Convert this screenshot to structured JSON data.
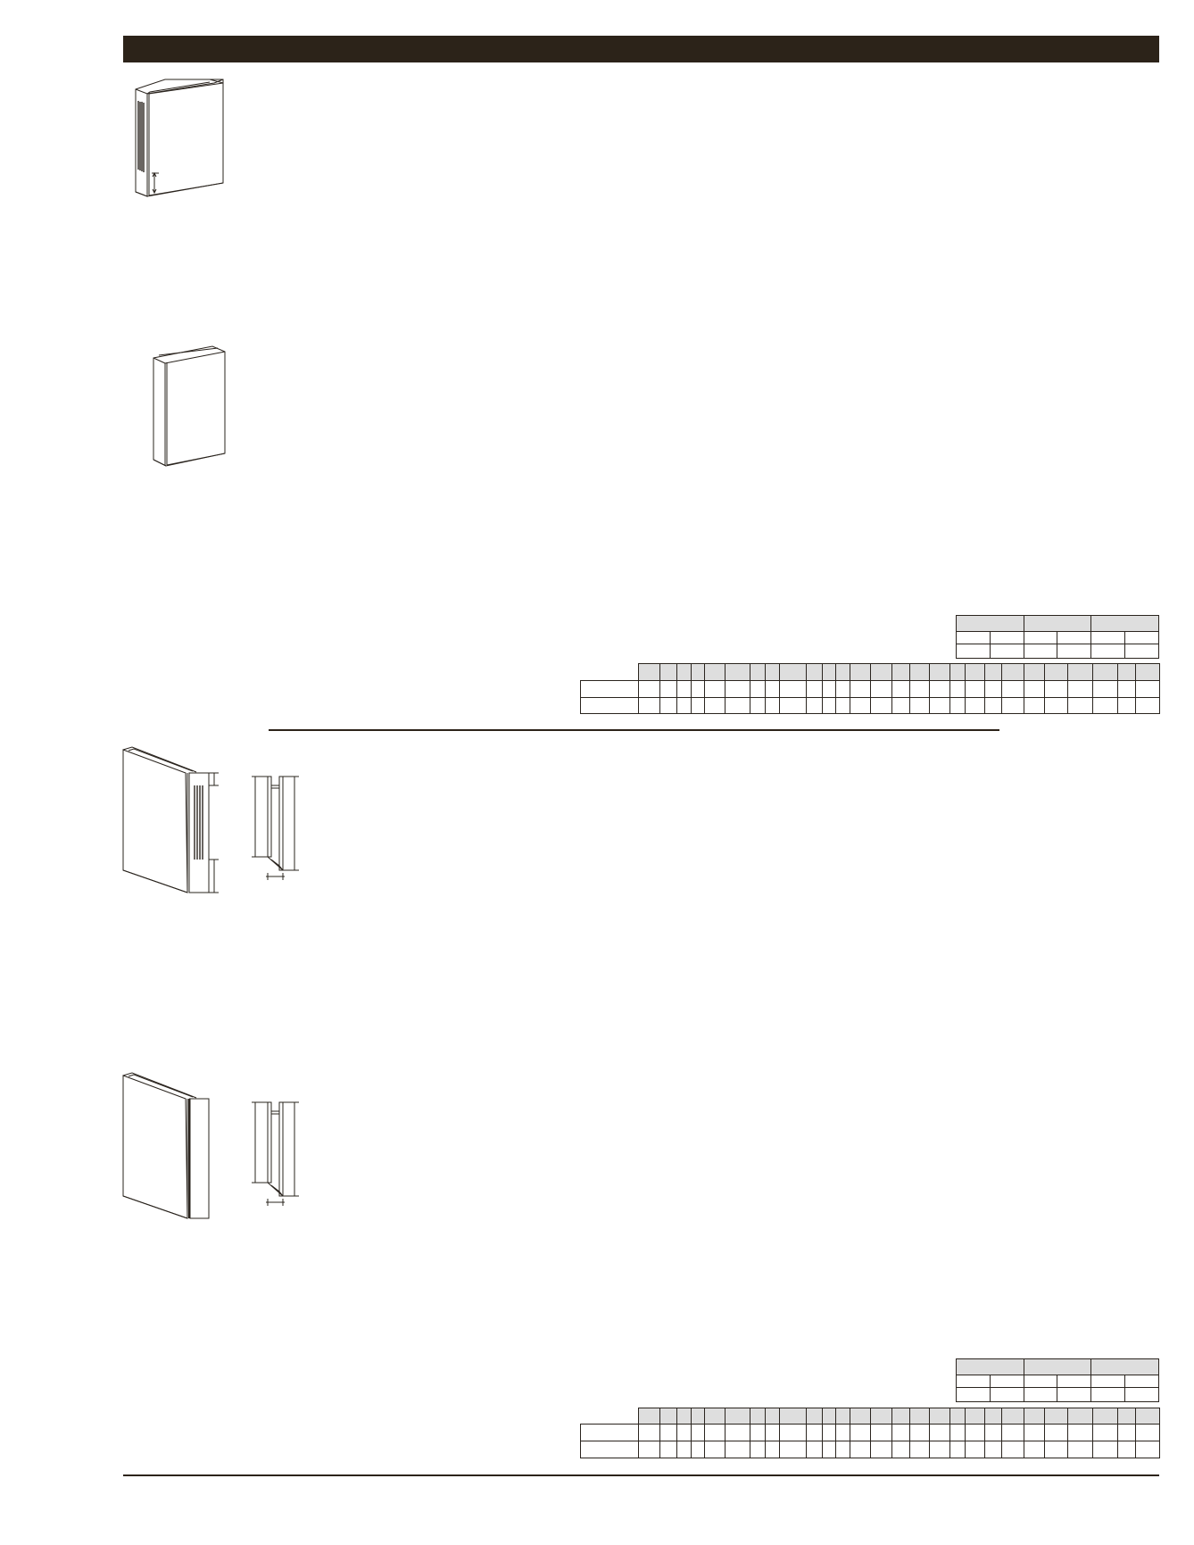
{
  "page": {
    "header_bar": {
      "color": "#2c2319"
    },
    "accent_colors": {
      "line": "#2a241e",
      "header_fill": "#dedede"
    }
  },
  "sections": [
    {
      "id": "section-1",
      "drawings": [
        {
          "name": "fluted-panel-isometric",
          "label": ""
        },
        {
          "name": "plain-panel-isometric",
          "label": ""
        }
      ],
      "small_table": {
        "header_groups": [
          "",
          "",
          ""
        ],
        "rows": [
          [
            "",
            "",
            "",
            "",
            "",
            ""
          ],
          [
            "",
            "",
            "",
            "",
            "",
            ""
          ]
        ]
      },
      "large_table": {
        "headers": [
          "",
          "",
          "",
          "",
          "",
          "",
          "",
          "",
          "",
          "",
          "",
          "",
          "",
          "",
          "",
          "",
          "",
          "",
          "",
          "",
          "",
          "",
          "",
          "",
          "",
          "",
          ""
        ],
        "rows": [
          {
            "label": "",
            "cells": [
              "",
              "",
              "",
              "",
              "",
              "",
              "",
              "",
              "",
              "",
              "",
              "",
              "",
              "",
              "",
              "",
              "",
              "",
              "",
              "",
              "",
              "",
              "",
              "",
              "",
              "",
              ""
            ]
          },
          {
            "label": "",
            "cells": [
              "",
              "",
              "",
              "",
              "",
              "",
              "",
              "",
              "",
              "",
              "",
              "",
              "",
              "",
              "",
              "",
              "",
              "",
              "",
              "",
              "",
              "",
              "",
              "",
              "",
              "",
              ""
            ]
          }
        ]
      }
    },
    {
      "id": "section-2",
      "drawings": [
        {
          "name": "fluted-casing-isometric",
          "label": ""
        },
        {
          "name": "fluted-casing-profile",
          "label": ""
        },
        {
          "name": "plain-casing-isometric",
          "label": ""
        },
        {
          "name": "plain-casing-profile",
          "label": ""
        }
      ],
      "small_table": {
        "header_groups": [
          "",
          "",
          ""
        ],
        "rows": [
          [
            "",
            "",
            "",
            "",
            "",
            ""
          ],
          [
            "",
            "",
            "",
            "",
            "",
            ""
          ]
        ]
      },
      "large_table": {
        "headers": [
          "",
          "",
          "",
          "",
          "",
          "",
          "",
          "",
          "",
          "",
          "",
          "",
          "",
          "",
          "",
          "",
          "",
          "",
          "",
          "",
          "",
          "",
          "",
          "",
          "",
          "",
          ""
        ],
        "rows": [
          {
            "label": "",
            "cells": [
              "",
              "",
              "",
              "",
              "",
              "",
              "",
              "",
              "",
              "",
              "",
              "",
              "",
              "",
              "",
              "",
              "",
              "",
              "",
              "",
              "",
              "",
              "",
              "",
              "",
              "",
              ""
            ]
          },
          {
            "label": "",
            "cells": [
              "",
              "",
              "",
              "",
              "",
              "",
              "",
              "",
              "",
              "",
              "",
              "",
              "",
              "",
              "",
              "",
              "",
              "",
              "",
              "",
              "",
              "",
              "",
              "",
              "",
              "",
              ""
            ]
          }
        ]
      }
    }
  ]
}
